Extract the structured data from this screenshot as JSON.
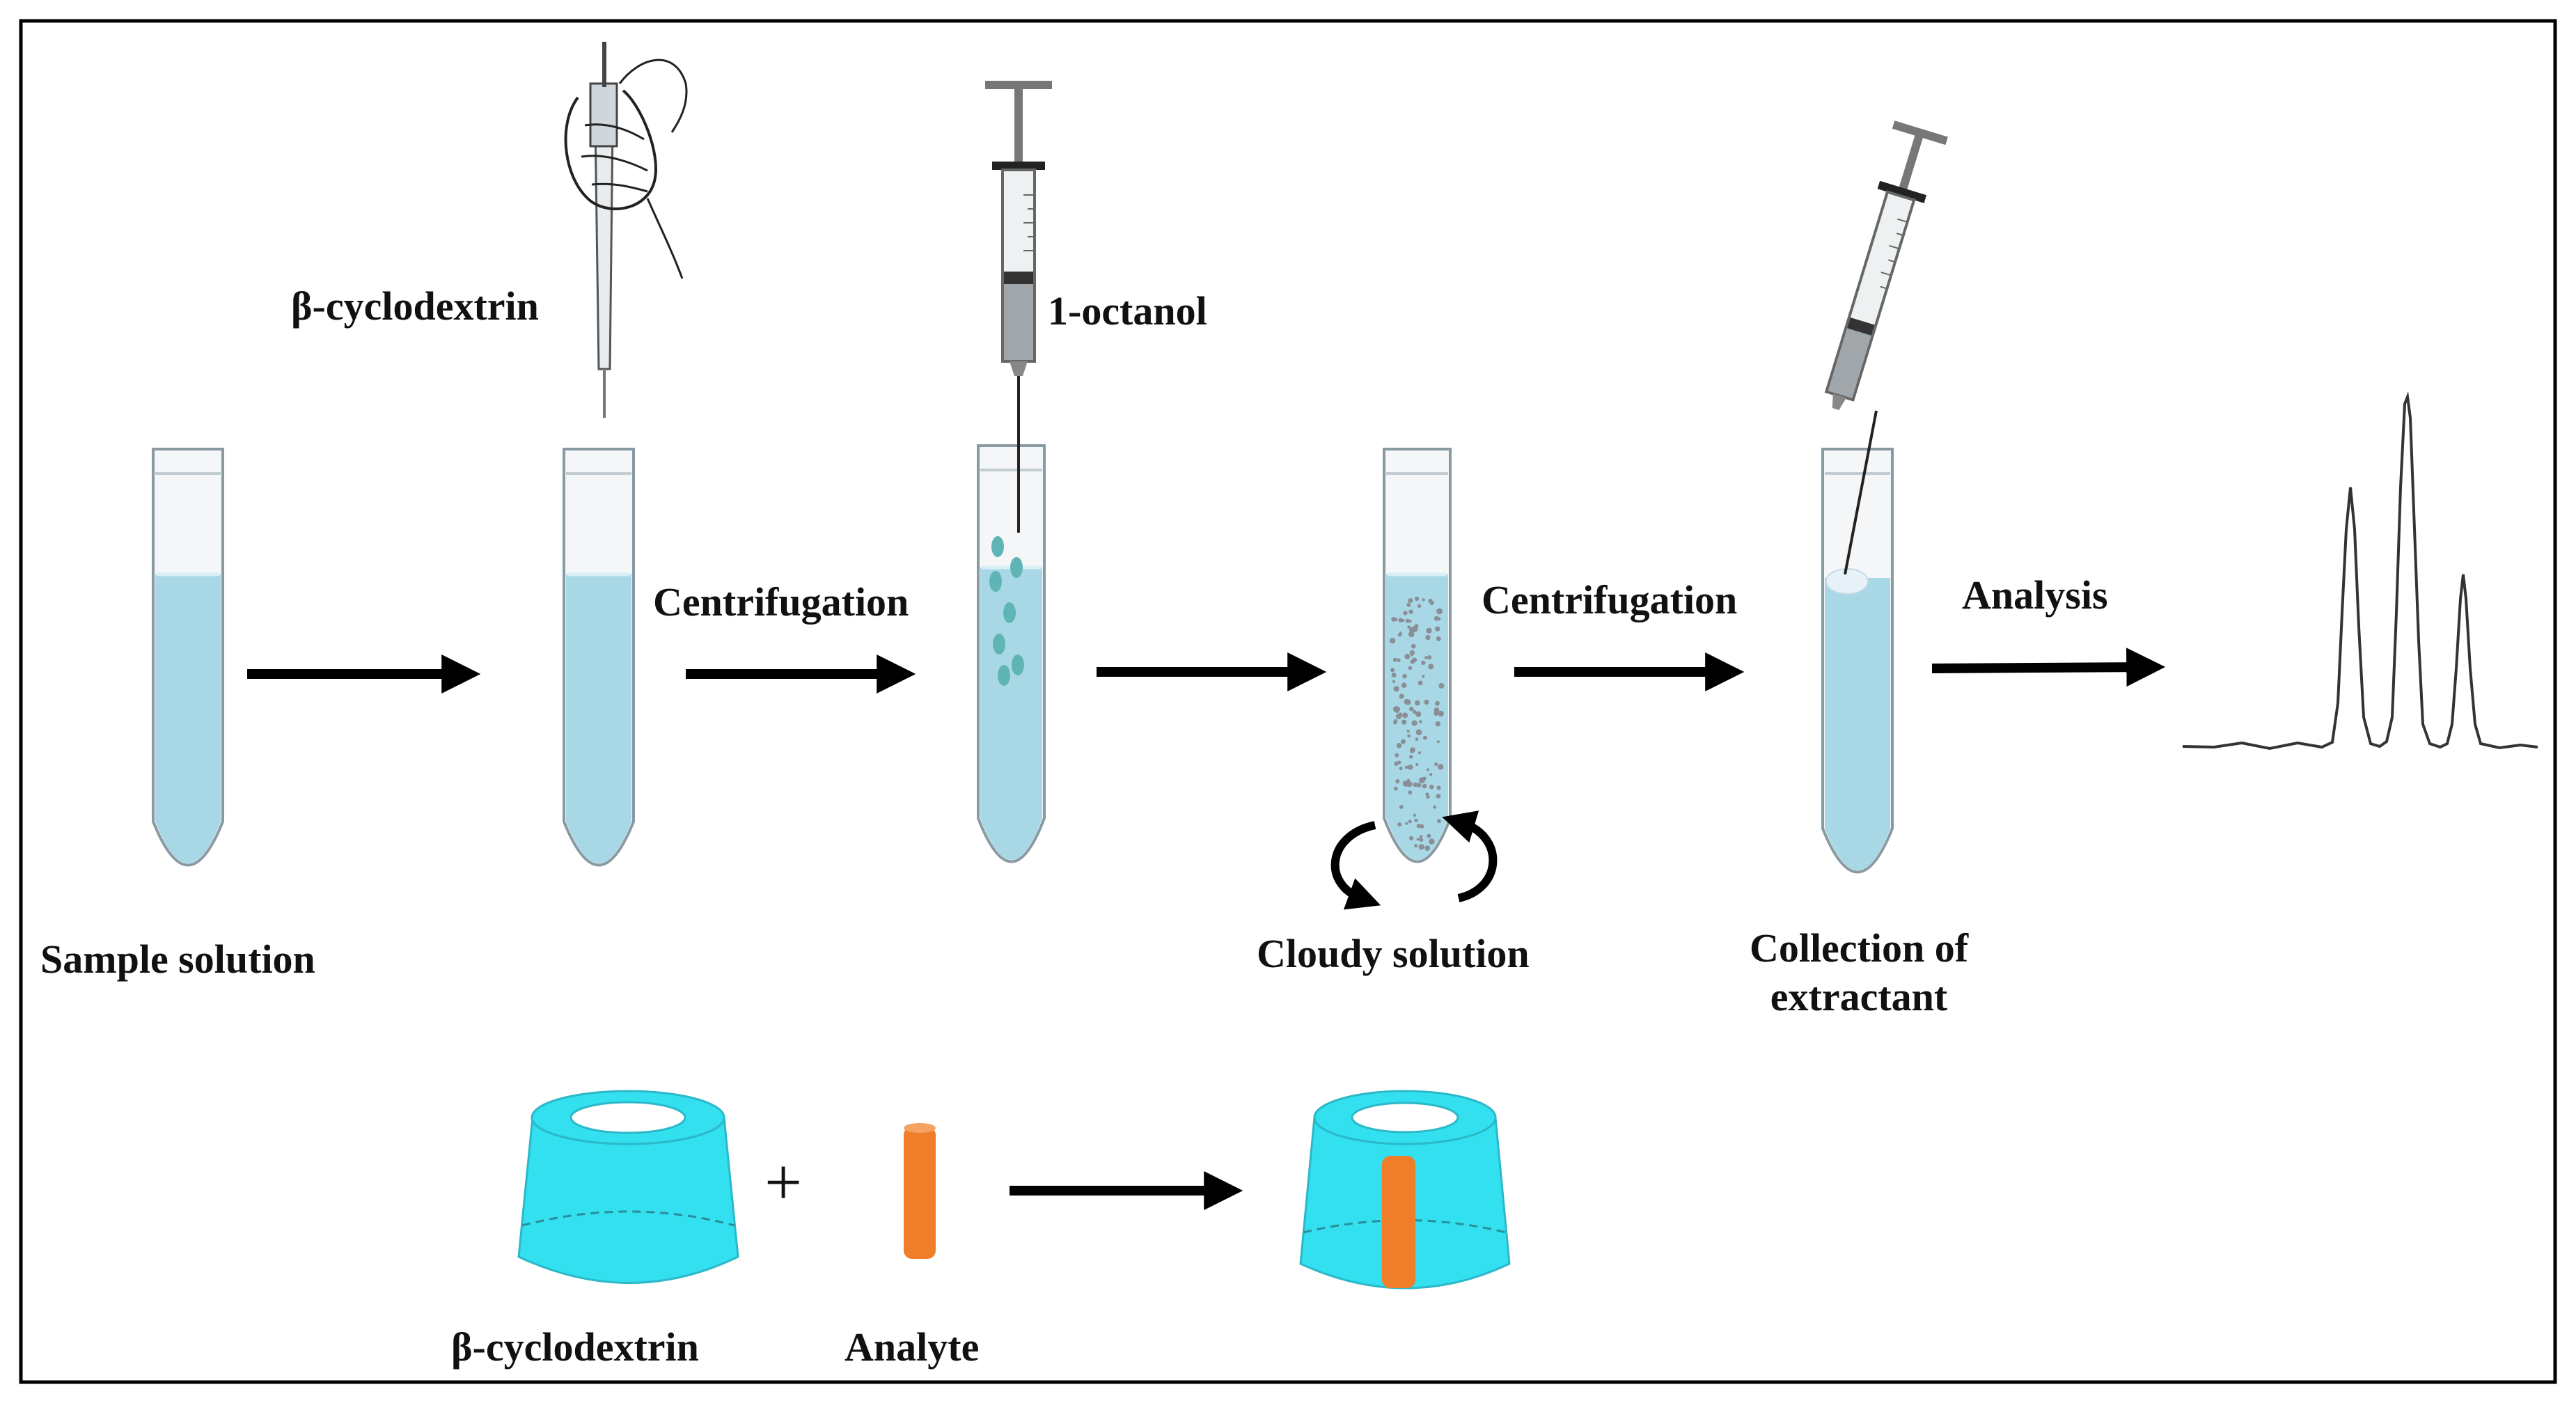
{
  "labels": {
    "sample_solution": "Sample solution",
    "beta_cyclodextrin_top": "β-cyclodextrin",
    "centrifugation_1": "Centrifugation",
    "octanol": "1-octanol",
    "cloudy_solution": "Cloudy solution",
    "centrifugation_2": "Centrifugation",
    "collection_line1": "Collection of",
    "collection_line2": "extractant",
    "analysis": "Analysis",
    "plus_sign": "+",
    "beta_cyclodextrin_bottom": "β-cyclodextrin",
    "analyte": "Analyte"
  },
  "colors": {
    "solution": "#a8d8e6",
    "tube_glass": "#f4f6f7",
    "droplet": "#5fb5b5",
    "cyclodextrin": "#33e0f0",
    "analyte": "#f07d2a",
    "arrow": "#000000"
  },
  "icons": {
    "pipette": "pipette-with-hand-icon",
    "syringe": "syringe-icon",
    "rotation": "rotation-arrows-icon"
  }
}
